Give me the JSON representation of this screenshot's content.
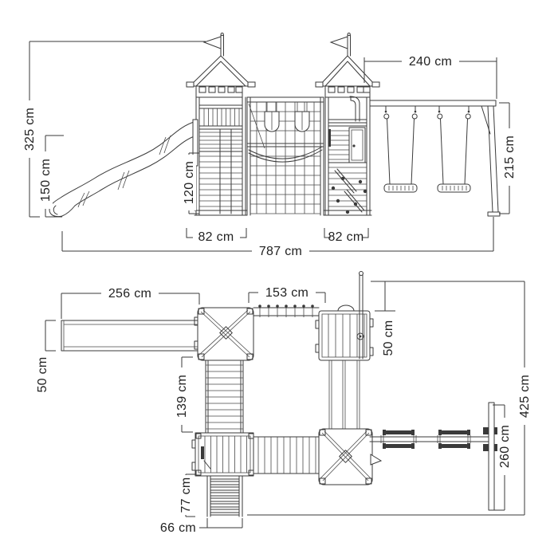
{
  "page": {
    "background": "#ffffff"
  },
  "colors": {
    "line": "#3a3a3a",
    "label_text": "#222222"
  },
  "views": {
    "side_elevation": {
      "name": "side-elevation-view",
      "dimensions": {
        "overall_height": "325 cm",
        "slide_platform_height": "150 cm",
        "deck_height": "120 cm",
        "swing_beam_width": "240 cm",
        "swing_frame_height": "215 cm",
        "tower1_width": "82 cm",
        "tower2_width": "82 cm",
        "total_width": "787 cm"
      }
    },
    "top_plan": {
      "name": "top-plan-view",
      "dimensions": {
        "slide_length": "256 cm",
        "slide_width": "50 cm",
        "climbing_net_length": "153 cm",
        "platform_offset": "50 cm",
        "bridge_length": "139 cm",
        "overall_depth": "425 cm",
        "swing_bar_depth": "260 cm",
        "ladder_length": "77 cm",
        "ladder_width": "66 cm"
      }
    }
  }
}
